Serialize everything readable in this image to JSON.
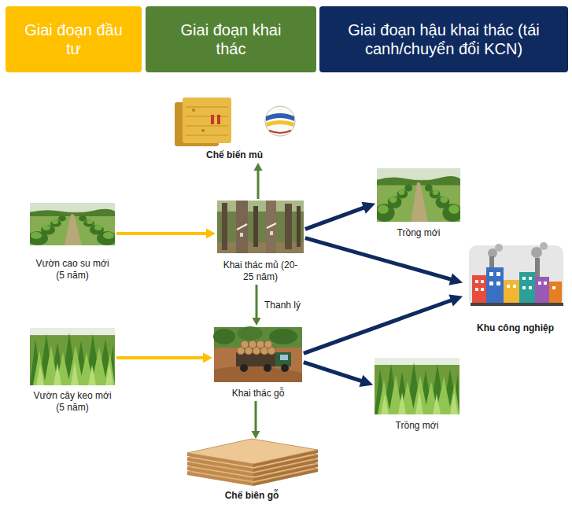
{
  "diagram": {
    "nodes": [
      {
        "text": [
          "Giai đoạn đầu tư"
        ]
      },
      {
        "text": [
          "Giai đoạn khai thác"
        ]
      },
      {
        "text": [
          "Giai đoạn hậu khai thác (tái canh/chuyển đổi KCN)"
        ]
      },
      {
        "text": [
          "Chế biến mủ"
        ]
      },
      {
        "text": [
          "Vườn cao su mới (5 năm)"
        ]
      },
      {
        "text": [
          "Khai thác mủ (20-25 năm)"
        ]
      },
      {
        "text": [
          "Trồng mới"
        ]
      },
      {
        "text": [
          "Khu công nghiệp"
        ]
      },
      {
        "text": [
          "Vườn cây keo mới (5 năm)"
        ]
      },
      {
        "text": [
          "Khai thác gỗ"
        ]
      },
      {
        "text": [
          "Trồng mới"
        ]
      },
      {
        "text": [
          "Chế biên gỗ"
        ]
      }
    ],
    "edges": [
      {
        "from": 4,
        "to": 5,
        "arrow": "to"
      },
      {
        "from": 5,
        "to": 3,
        "arrow": "to"
      },
      {
        "from": 5,
        "to": 9,
        "label": "Thanh lý",
        "arrow": "to"
      },
      {
        "from": 5,
        "to": 6,
        "arrow": "to"
      },
      {
        "from": 5,
        "to": 7,
        "arrow": "to"
      },
      {
        "from": 8,
        "to": 9,
        "arrow": "to"
      },
      {
        "from": 9,
        "to": 11,
        "arrow": "to"
      },
      {
        "from": 9,
        "to": 7,
        "arrow": "to"
      },
      {
        "from": 9,
        "to": 10,
        "arrow": "to"
      }
    ]
  }
}
